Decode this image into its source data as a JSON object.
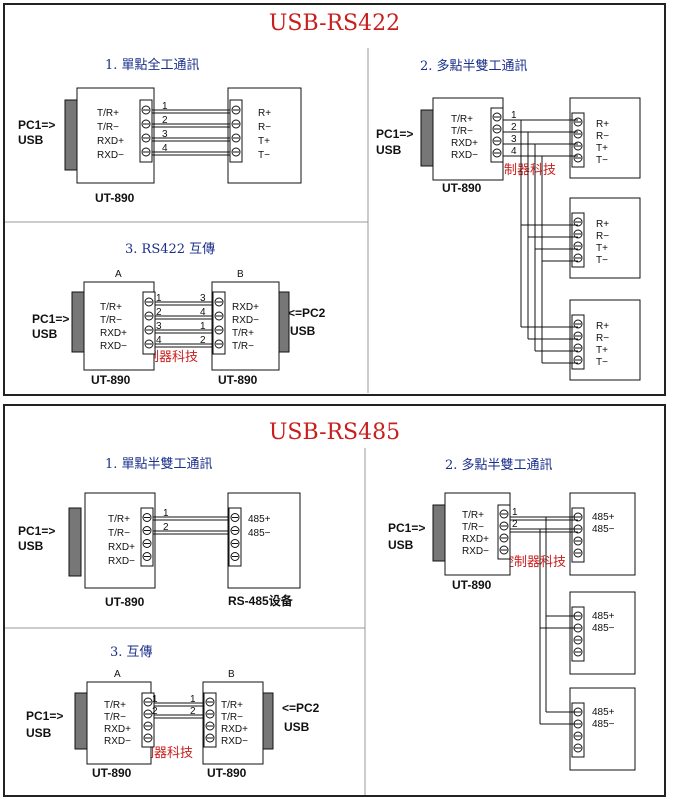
{
  "rs422": {
    "title": "USB-RS422",
    "sec1": "1. 單點全工通訊",
    "sec2": "2. 多點半雙工通訊",
    "sec3": "3. RS422 互傳"
  },
  "rs485": {
    "title": "USB-RS485",
    "sec1": "1. 單點半雙工通訊",
    "sec2": "2. 多點半雙工通訊",
    "sec3": "3.  互傳"
  },
  "common": {
    "pc1_line1": "PC1=>",
    "pc1_line2": "USB",
    "pc2_line1": "<=PC2",
    "pc2_line2": "USB",
    "device": "UT-890",
    "side_a": "A",
    "side_b": "B",
    "rs485_device": "RS-485设备",
    "watermark": "微控制器科技"
  },
  "pins": {
    "ut890": [
      "T/R+",
      "T/R−",
      "RXD+",
      "RXD−"
    ],
    "ut890_b": [
      "RXD+",
      "RXD−",
      "T/R+",
      "T/R−"
    ],
    "rs422_target": [
      "R+",
      "R−",
      "T+",
      "T−"
    ],
    "rs485_target": [
      "485+",
      "485−"
    ]
  },
  "wire_numbers": {
    "single": [
      "1",
      "2",
      "3",
      "4"
    ],
    "swap_b": [
      "3",
      "4",
      "1",
      "2"
    ],
    "rs485": [
      "1",
      "2"
    ]
  },
  "colors": {
    "title_red": "#c81e1e",
    "section_blue": "#1a2f8a",
    "line": "#111111"
  }
}
